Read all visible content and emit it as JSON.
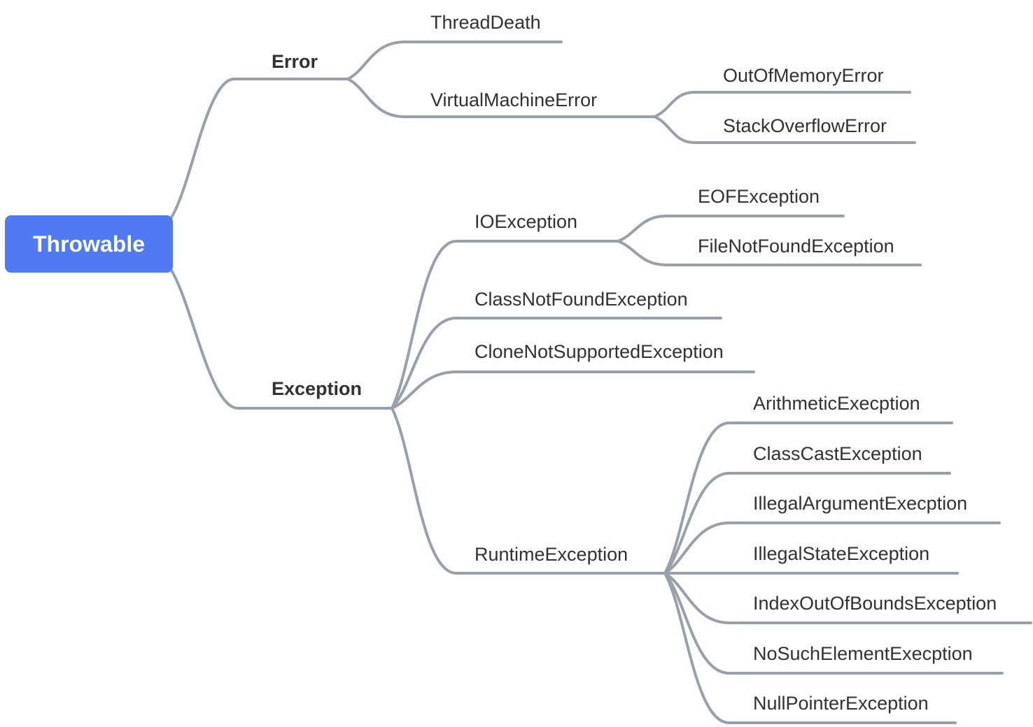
{
  "colors": {
    "root_bg": "#5079F2",
    "root_text": "#FFFFFF",
    "connector": "#98A1A9",
    "label_text": "#303236"
  },
  "tree": {
    "root": {
      "label": "Throwable"
    },
    "branches": [
      {
        "label": "Error",
        "children": [
          {
            "label": "ThreadDeath"
          },
          {
            "label": "VirtualMachineError",
            "children": [
              {
                "label": "OutOfMemoryError"
              },
              {
                "label": "StackOverflowError"
              }
            ]
          }
        ]
      },
      {
        "label": "Exception",
        "children": [
          {
            "label": "IOException",
            "children": [
              {
                "label": "EOFException"
              },
              {
                "label": "FileNotFoundException"
              }
            ]
          },
          {
            "label": "ClassNotFoundException"
          },
          {
            "label": "CloneNotSupportedException"
          },
          {
            "label": "RuntimeException",
            "children": [
              {
                "label": "ArithmeticExecption"
              },
              {
                "label": "ClassCastException"
              },
              {
                "label": "IllegalArgumentExecption"
              },
              {
                "label": "IllegalStateException"
              },
              {
                "label": "IndexOutOfBoundsException"
              },
              {
                "label": "NoSuchElementExecption"
              },
              {
                "label": "NullPointerException"
              }
            ]
          }
        ]
      }
    ]
  }
}
